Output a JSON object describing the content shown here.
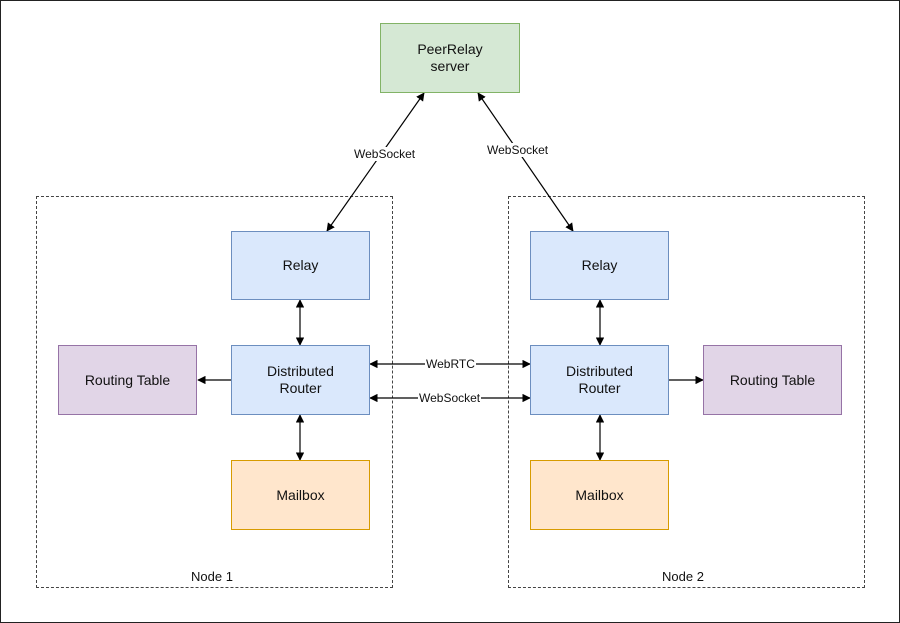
{
  "nodes": {
    "server": "PeerRelay\nserver",
    "node1": {
      "label": "Node 1",
      "relay": "Relay",
      "router": "Distributed\nRouter",
      "routing_table": "Routing Table",
      "mailbox": "Mailbox"
    },
    "node2": {
      "label": "Node 2",
      "relay": "Relay",
      "router": "Distributed\nRouter",
      "routing_table": "Routing Table",
      "mailbox": "Mailbox"
    }
  },
  "edges": {
    "server_node1": "WebSocket",
    "server_node2": "WebSocket",
    "router_webrtc": "WebRTC",
    "router_websocket": "WebSocket"
  },
  "colors": {
    "server_fill": "#d5e8d4",
    "component_fill": "#dae8fc",
    "routing_table_fill": "#e1d5e7",
    "mailbox_fill": "#ffe6cc"
  }
}
